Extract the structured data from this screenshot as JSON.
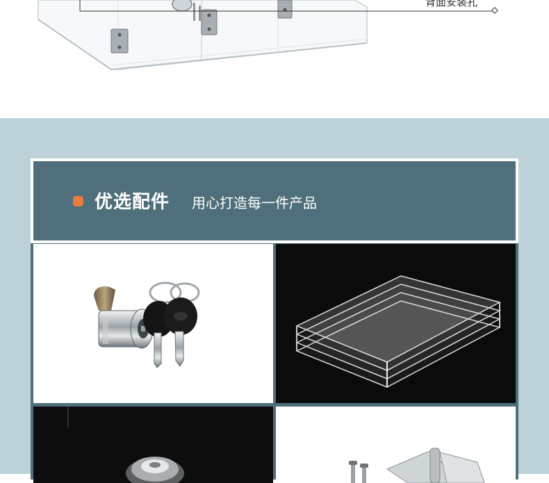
{
  "product_callout": {
    "text": "背面安装孔"
  },
  "accessories": {
    "title": "优选配件",
    "subtitle": "用心打造每一件产品",
    "accent_color": "#e87e3d",
    "banner_color": "#4e6f7b",
    "section_bg": "#bcd2d8"
  },
  "tiles": [
    {
      "name": "cam-lock-with-keys"
    },
    {
      "name": "acrylic-sheets"
    },
    {
      "name": "acrylic-knob"
    },
    {
      "name": "steel-hinge"
    }
  ]
}
